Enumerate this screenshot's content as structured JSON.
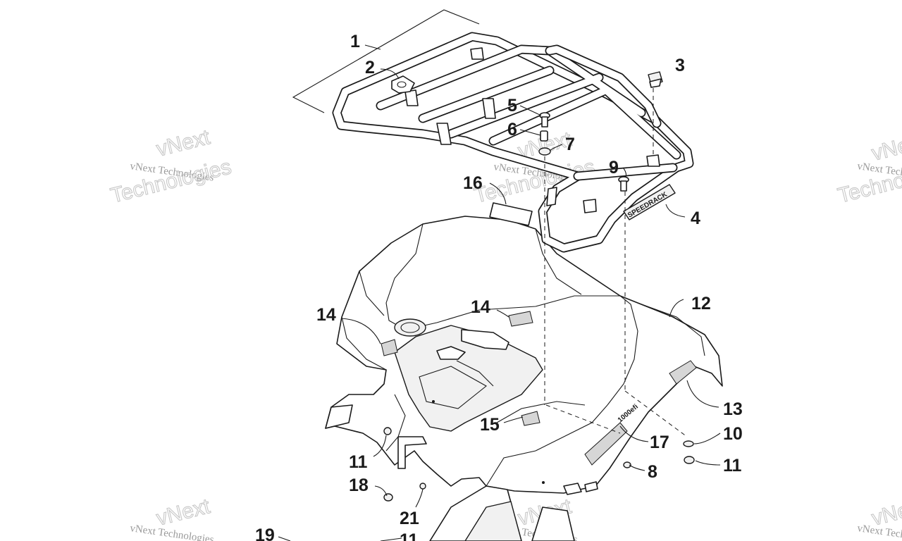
{
  "callouts": [
    {
      "id": "1",
      "text": "1"
    },
    {
      "id": "2",
      "text": "2"
    },
    {
      "id": "3",
      "text": "3"
    },
    {
      "id": "4",
      "text": "4"
    },
    {
      "id": "5",
      "text": "5"
    },
    {
      "id": "6",
      "text": "6"
    },
    {
      "id": "7",
      "text": "7"
    },
    {
      "id": "8",
      "text": "8"
    },
    {
      "id": "9",
      "text": "9"
    },
    {
      "id": "10",
      "text": "10"
    },
    {
      "id": "11",
      "text": "11"
    },
    {
      "id": "12",
      "text": "12"
    },
    {
      "id": "13",
      "text": "13"
    },
    {
      "id": "14",
      "text": "14"
    },
    {
      "id": "15",
      "text": "15"
    },
    {
      "id": "16",
      "text": "16"
    },
    {
      "id": "17",
      "text": "17"
    },
    {
      "id": "18",
      "text": "18"
    },
    {
      "id": "19",
      "text": "19"
    },
    {
      "id": "21",
      "text": "21"
    }
  ],
  "watermark": {
    "company_line": "vNext Technologies",
    "logo_word_top": "vNext",
    "logo_word_bottom": "Technologies"
  },
  "decals": {
    "rack_brand": "SPEEDRACK",
    "fender_model": "1000efi"
  },
  "colors": {
    "line": "#1a1a1a",
    "watermark": "#c8c8c8",
    "background": "#ffffff"
  }
}
